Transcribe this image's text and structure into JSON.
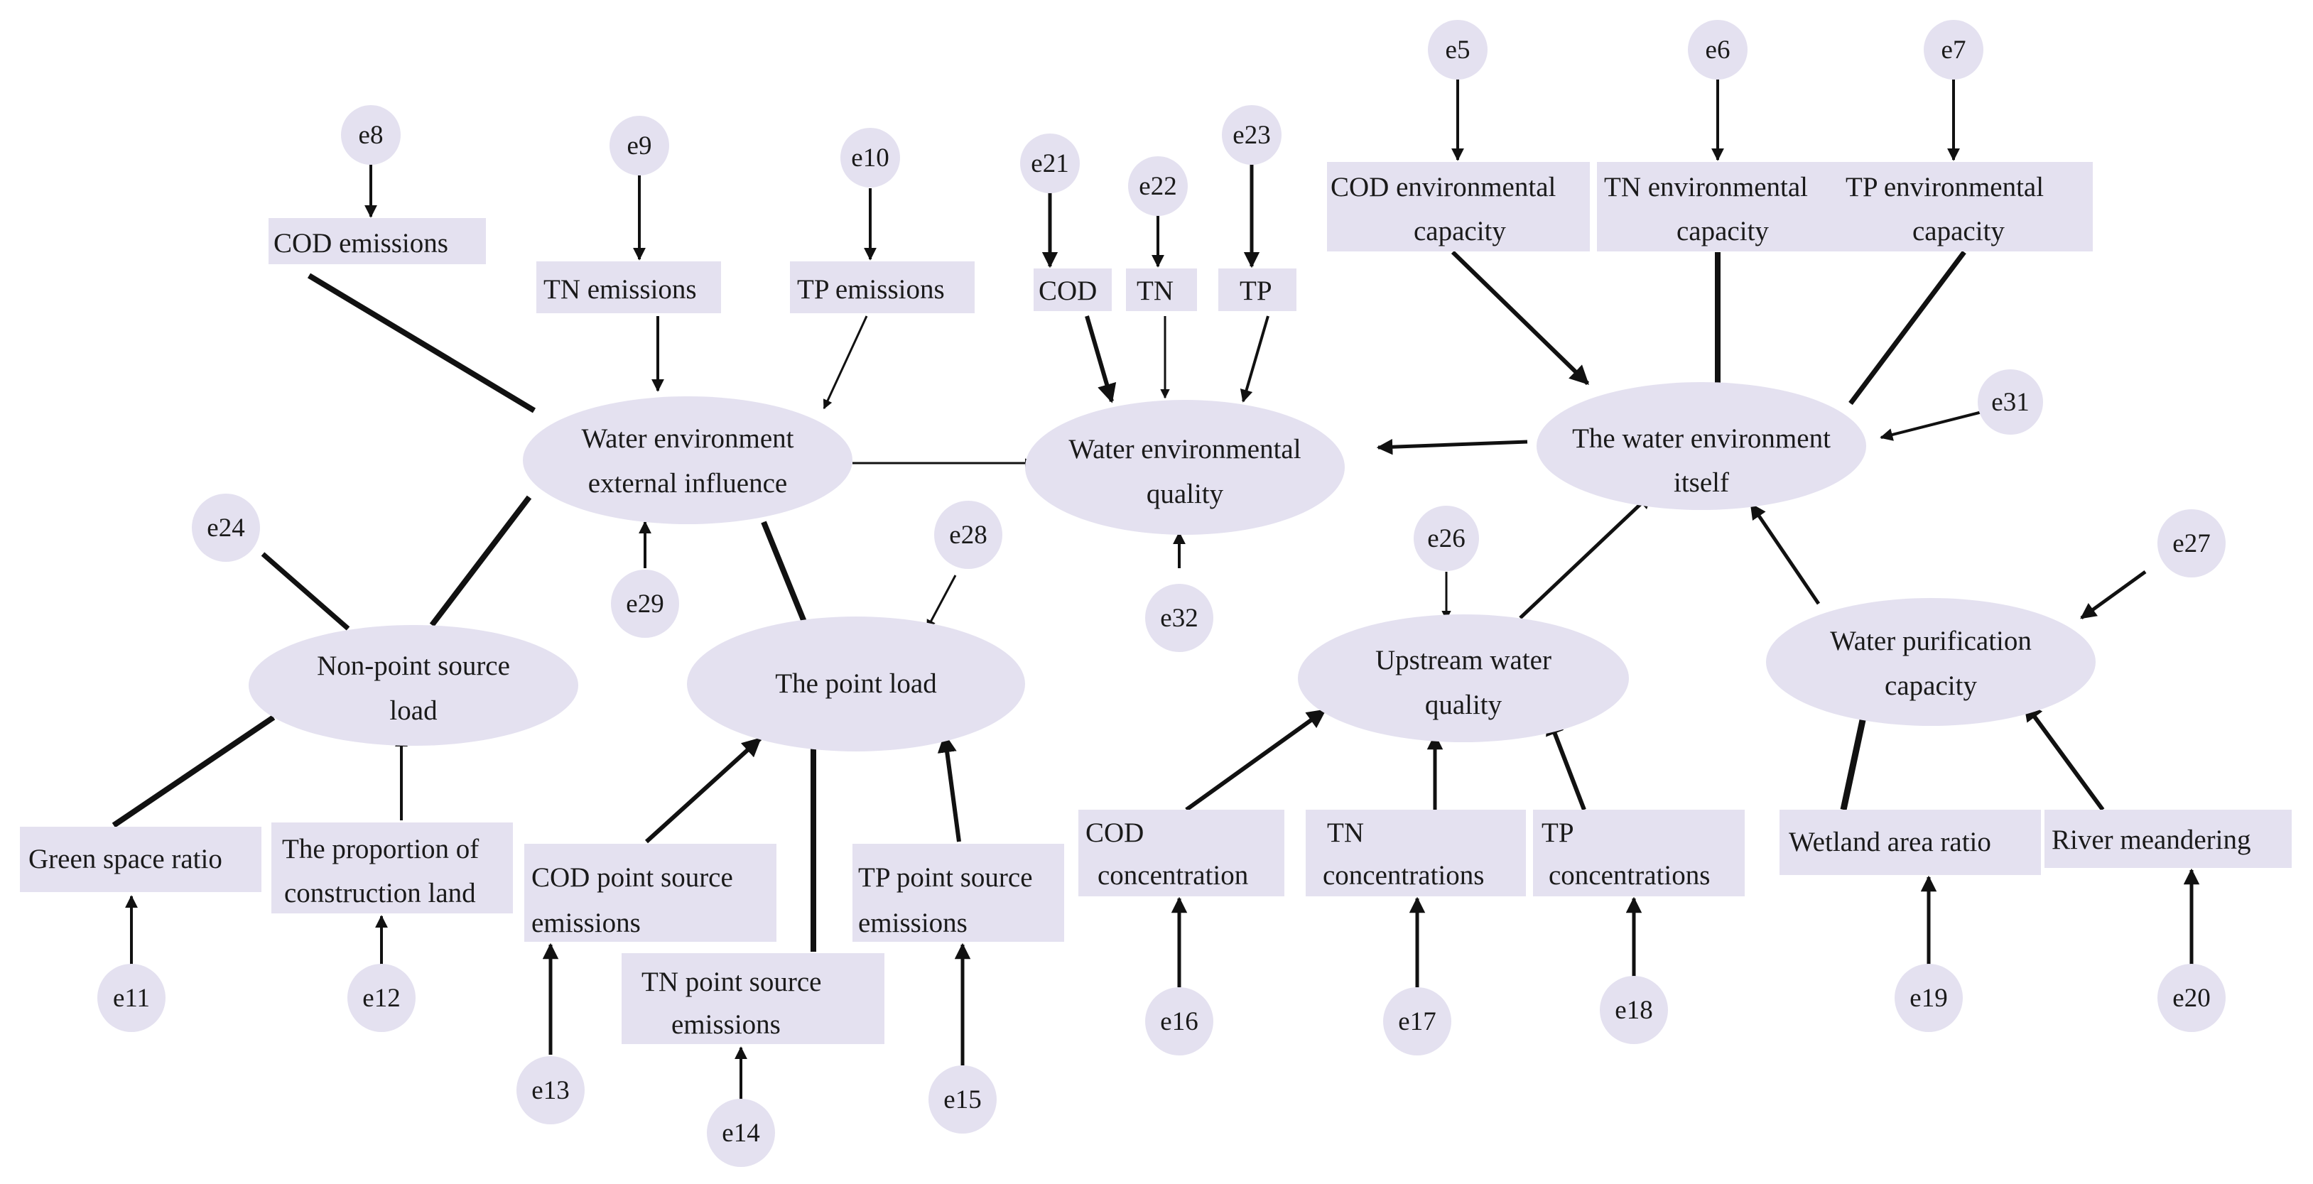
{
  "observed": {
    "cod_emissions": "COD emissions",
    "tn_emissions": "TN emissions",
    "tp_emissions": "TP emissions",
    "cod": "COD",
    "tn": "TN",
    "tp": "TP",
    "cod_env_capacity": [
      "COD environmental",
      "capacity"
    ],
    "tn_env_capacity": [
      "TN environmental",
      "capacity"
    ],
    "tp_env_capacity": [
      "TP environmental",
      "capacity"
    ],
    "green_space_ratio": "Green space ratio",
    "construction_land": [
      "The proportion of",
      "construction land"
    ],
    "cod_point_source": [
      "COD point source",
      "emissions"
    ],
    "tn_point_source": [
      "TN point source",
      "emissions"
    ],
    "tp_point_source": [
      "TP point source",
      "emissions"
    ],
    "cod_concentration": [
      "COD",
      "concentration"
    ],
    "tn_concentrations": [
      "TN",
      "concentrations"
    ],
    "tp_concentrations": [
      "TP",
      "concentrations"
    ],
    "wetland_area_ratio": "Wetland area ratio",
    "river_meandering": "River meandering"
  },
  "latent": {
    "external_influence": [
      "Water environment",
      "external influence"
    ],
    "env_quality": [
      "Water environmental",
      "quality"
    ],
    "water_itself": [
      "The water environment",
      "itself"
    ],
    "non_point": [
      "Non-point source",
      "load"
    ],
    "point_load": [
      "The point load"
    ],
    "upstream": [
      "Upstream water",
      "quality"
    ],
    "purification": [
      "Water purification",
      "capacity"
    ]
  },
  "errors": {
    "e5": "e5",
    "e6": "e6",
    "e7": "e7",
    "e8": "e8",
    "e9": "e9",
    "e10": "e10",
    "e11": "e11",
    "e12": "e12",
    "e13": "e13",
    "e14": "e14",
    "e15": "e15",
    "e16": "e16",
    "e17": "e17",
    "e18": "e18",
    "e19": "e19",
    "e20": "e20",
    "e21": "e21",
    "e22": "e22",
    "e23": "e23",
    "e24": "e24",
    "e26": "e26",
    "e27": "e27",
    "e28": "e28",
    "e29": "e29",
    "e31": "e31",
    "e32": "e32"
  },
  "colors": {
    "fill": "#e4e1f0",
    "stroke": "#111111"
  }
}
